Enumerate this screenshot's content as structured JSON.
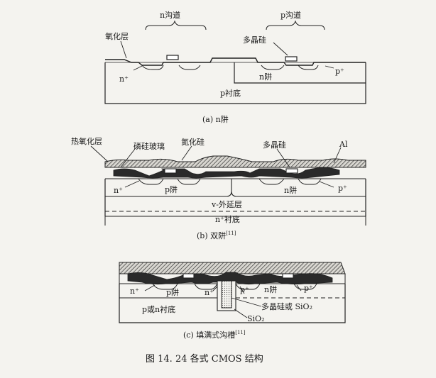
{
  "panel_a": {
    "n_channel": "n沟道",
    "p_channel": "p沟道",
    "oxide": "氧化层",
    "poly": "多晶硅",
    "n_plus": "n⁺",
    "n_well": "n阱",
    "p_plus": "p⁺",
    "p_sub": "p衬底",
    "caption": "(a)  n阱"
  },
  "panel_b": {
    "thermal_oxide": "热氧化层",
    "psg": "磷硅玻璃",
    "nitride": "氮化硅",
    "poly": "多晶硅",
    "al": "Al",
    "n_plus": "n⁺",
    "p_well": "p阱",
    "n_well": "n阱",
    "p_plus": "p⁺",
    "epi": "v-外延层",
    "n_sub": "n⁺衬底",
    "caption": "(b)  双阱",
    "caption_ref": "[11]"
  },
  "panel_c": {
    "n_plus_1": "n⁺",
    "p_well": "p阱",
    "n_plus_2": "n⁺",
    "p_plus_1": "p⁺",
    "n_well": "n阱",
    "p_plus_2": "p⁺",
    "sub": "p或n衬底",
    "fill": "多晶硅或 SiO₂",
    "sio2": "SiO₂",
    "caption": "(c)  填满式沟槽",
    "caption_ref": "[11]"
  },
  "figure_caption": "图 14. 24    各式 CMOS 结构"
}
